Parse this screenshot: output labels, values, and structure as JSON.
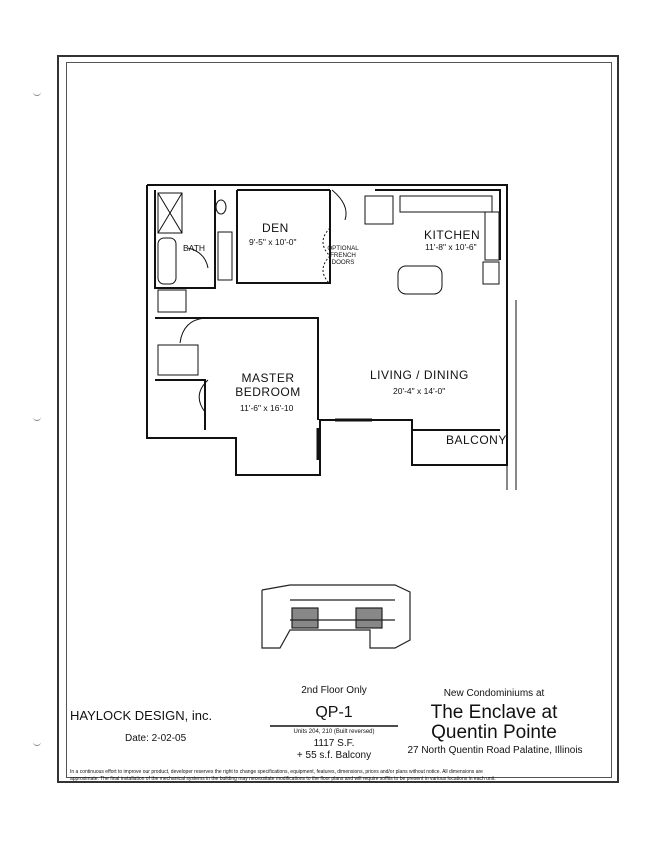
{
  "plan": {
    "rooms": {
      "den": {
        "name": "DEN",
        "dims": "9'-5\" x 10'-0\""
      },
      "bath": {
        "name": "BATH"
      },
      "kitchen": {
        "name": "KITCHEN",
        "dims": "11'-8\" x 10'-6\""
      },
      "french_doors": [
        "OPTIONAL",
        "FRENCH",
        "DOORS"
      ],
      "master": {
        "name_lines": [
          "MASTER",
          "BEDROOM"
        ],
        "dims": "11'-6\" x 16'-10"
      },
      "living": {
        "name": "LIVING / DINING",
        "dims": "20'-4\" x 14'-0\""
      },
      "balcony": {
        "name": "BALCONY"
      }
    }
  },
  "footer": {
    "designer": "HAYLOCK DESIGN, inc.",
    "date": "Date: 2-02-05",
    "floor_note": "2nd Floor Only",
    "unit_code": "QP-1",
    "units_note": "Units 204, 210 (Built reversed)",
    "area": "1117 S.F.",
    "balcony_area": "+ 55 s.f. Balcony",
    "tagline": "New Condominiums at",
    "project_line1": "The Enclave at",
    "project_line2": "Quentin Pointe",
    "address": "27 North Quentin Road   Palatine, Illinois",
    "disclaimer_line1": "In a continuous effort to improve our product, developer reserves the right to change specifications, equipment, features, dimensions, prices and/or plans without notice.  All dimensions are",
    "disclaimer_line2": "approximate.  The final installation of the mechanical systems in the building may necessitate modifications to the floor plans and will require soffits to be present in various locations in each unit."
  }
}
